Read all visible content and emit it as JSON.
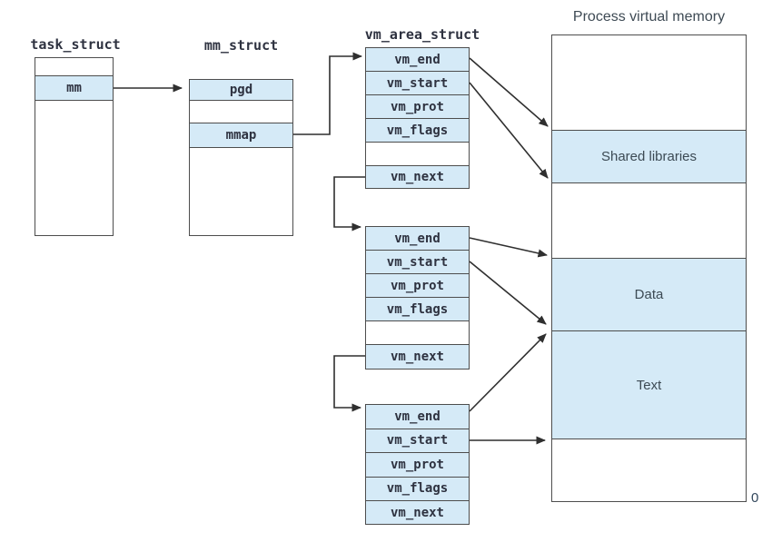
{
  "task_struct": {
    "title": "task_struct",
    "rows": [
      "",
      "mm",
      ""
    ]
  },
  "mm_struct": {
    "title": "mm_struct",
    "rows": [
      "pgd",
      "",
      "mmap",
      ""
    ]
  },
  "vm_area_struct": {
    "title": "vm_area_struct",
    "instances": [
      {
        "rows": [
          "vm_end",
          "vm_start",
          "vm_prot",
          "vm_flags",
          "",
          "vm_next"
        ]
      },
      {
        "rows": [
          "vm_end",
          "vm_start",
          "vm_prot",
          "vm_flags",
          "",
          "vm_next"
        ]
      },
      {
        "rows": [
          "vm_end",
          "vm_start",
          "vm_prot",
          "vm_flags",
          "vm_next"
        ]
      }
    ]
  },
  "memory": {
    "title": "Process virtual memory",
    "sections": [
      "",
      "Shared libraries",
      "",
      "Data",
      "Text",
      ""
    ],
    "bottom_address": "0"
  },
  "colors": {
    "highlight": "#d5eaf7",
    "box_border": "#4d4d4d",
    "arrow": "#2f2f2f",
    "mono_text": "#2e3240",
    "sans_text": "#3c4a54"
  }
}
